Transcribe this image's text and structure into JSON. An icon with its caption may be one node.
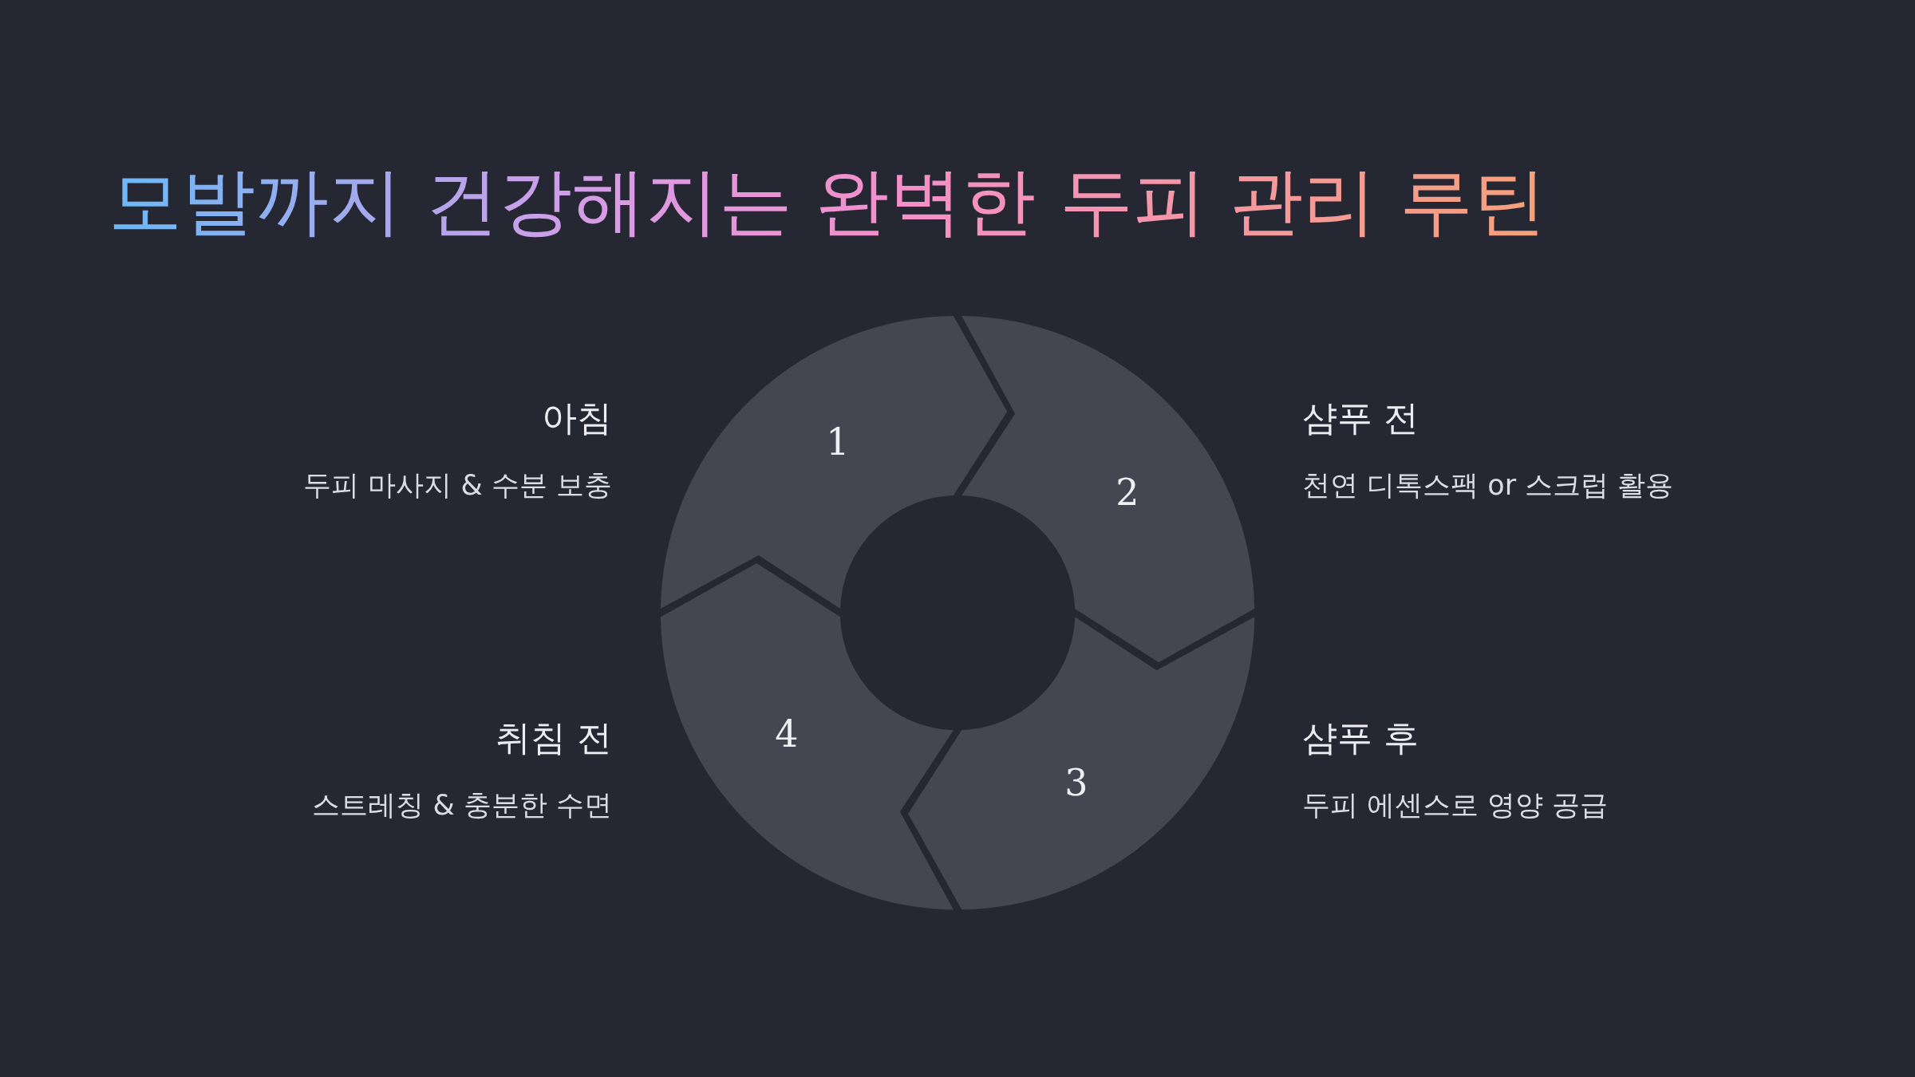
{
  "diagram": {
    "title": "모발까지 건강해지는 완벽한 두피 관리 루틴",
    "nodes": [
      {
        "text": [
          "1"
        ],
        "beside": [
          "아침",
          "두피 마사지 & 수분 보충"
        ]
      },
      {
        "text": [
          "2"
        ],
        "beside": [
          "샴푸 전",
          "천연 디톡스팩 or 스크럽 활용"
        ]
      },
      {
        "text": [
          "3"
        ],
        "beside": [
          "샴푸 후",
          "두피 에센스로 영양 공급"
        ]
      },
      {
        "text": [
          "4"
        ],
        "beside": [
          "취침 전",
          "스트레칭 & 충분한 수면"
        ]
      }
    ]
  }
}
